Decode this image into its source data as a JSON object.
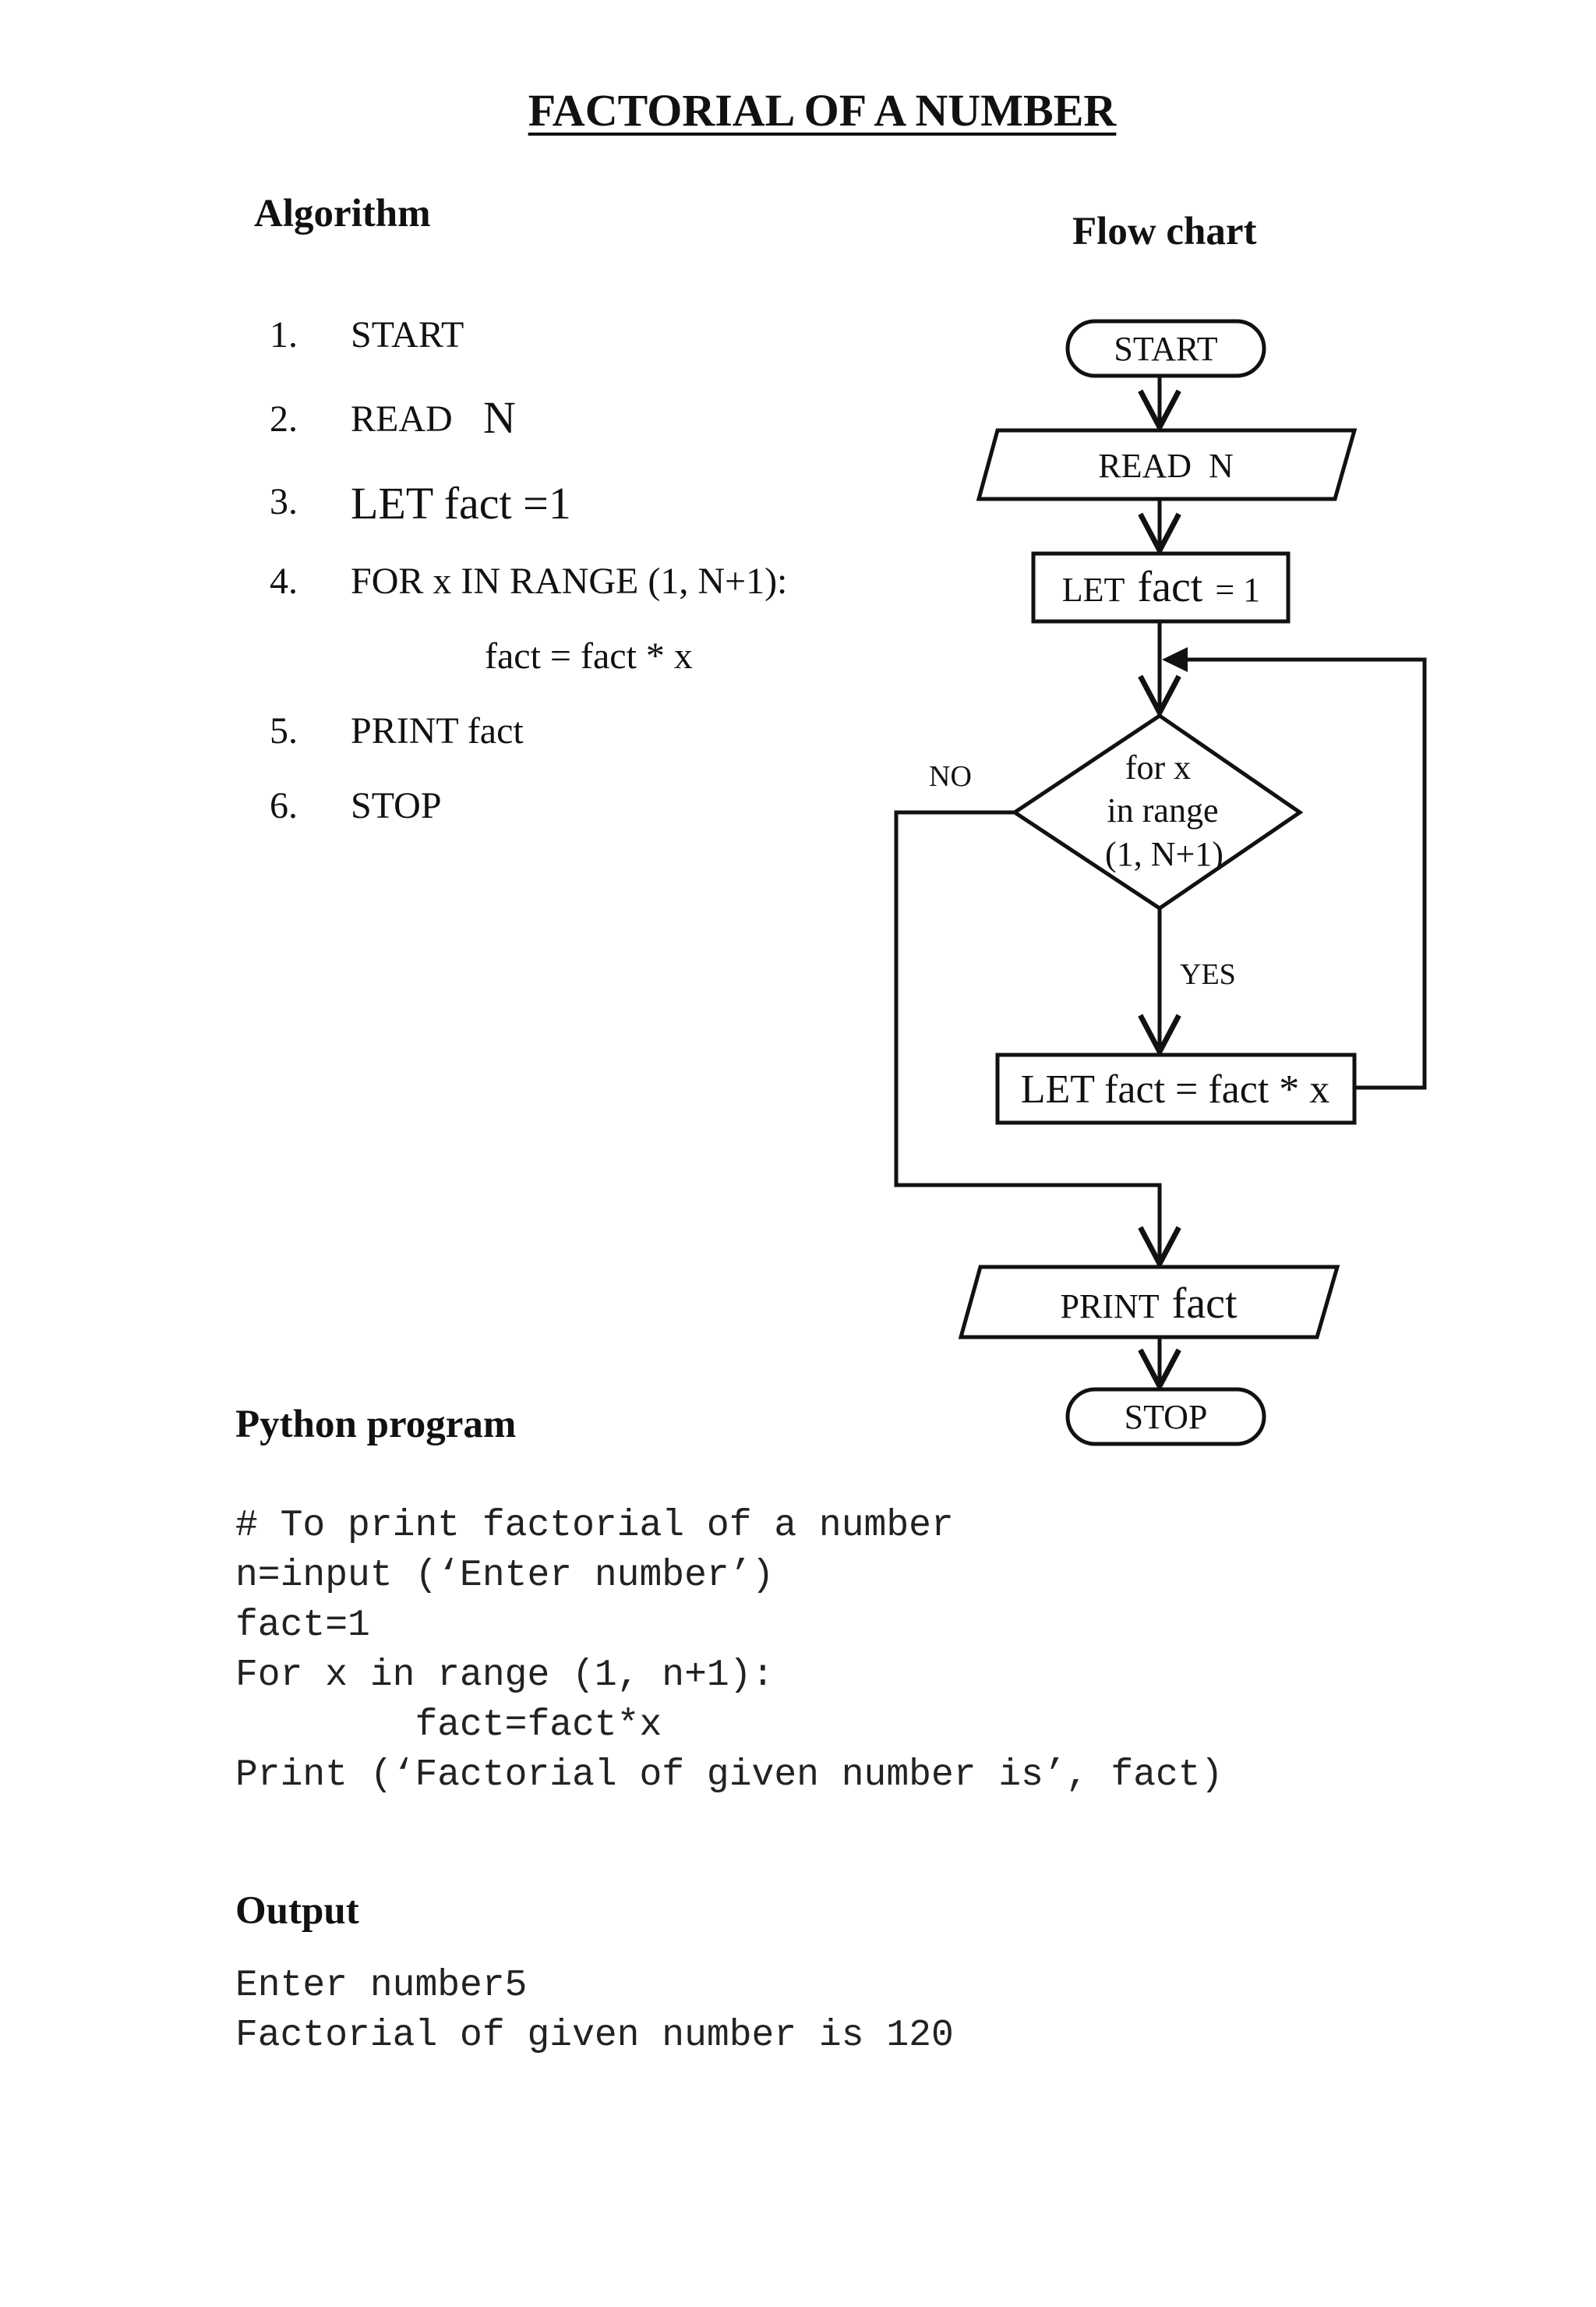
{
  "title": "FACTORIAL OF A NUMBER",
  "algorithm": {
    "heading": "Algorithm",
    "steps": [
      {
        "num": "1.",
        "text": "START"
      },
      {
        "num": "2.",
        "text": "READ",
        "extra": "N"
      },
      {
        "num": "3.",
        "text": "LET fact =1"
      },
      {
        "num": "4.",
        "text": "FOR x IN RANGE (1, N+1):"
      },
      {
        "num": "",
        "text": "fact = fact * x"
      },
      {
        "num": "5.",
        "text": "PRINT fact"
      },
      {
        "num": "6.",
        "text": "STOP"
      }
    ]
  },
  "flowchart": {
    "heading": "Flow chart",
    "start": "START",
    "read": "READ  N",
    "init_prefix": "LET",
    "init_var": "fact",
    "init_suffix": "= 1",
    "decision_lines": [
      "for x",
      "in range",
      "(1, N+1)"
    ],
    "no_label": "NO",
    "yes_label": "YES",
    "update": "LET fact = fact * x",
    "print_prefix": "PRINT",
    "print_var": "fact",
    "stop": "STOP"
  },
  "python": {
    "heading": "Python program",
    "lines": [
      "# To print factorial of a number",
      "n=input (‘Enter number’)",
      "fact=1",
      "For x in range (1, n+1):",
      "        fact=fact*x",
      "Print (‘Factorial of given number is’, fact)"
    ]
  },
  "output": {
    "heading": "Output",
    "lines": [
      "Enter number5",
      "Factorial of given number is 120"
    ]
  }
}
